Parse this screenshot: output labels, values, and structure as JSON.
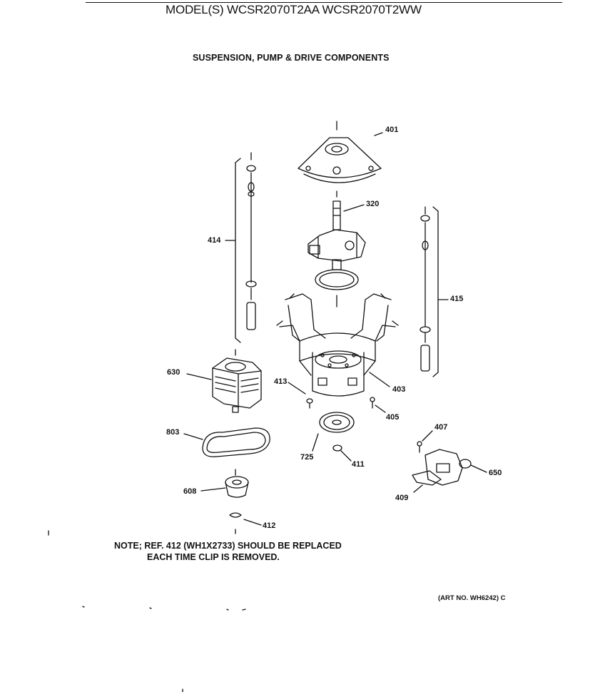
{
  "header": {
    "model_line": "MODEL(S) WCSR2070T2AA  WCSR2070T2WW",
    "section_title": "SUSPENSION, PUMP & DRIVE COMPONENTS"
  },
  "callouts": [
    {
      "id": "c401",
      "label": "401"
    },
    {
      "id": "c320",
      "label": "320"
    },
    {
      "id": "c414",
      "label": "414"
    },
    {
      "id": "c415",
      "label": "415"
    },
    {
      "id": "c630",
      "label": "630"
    },
    {
      "id": "c413",
      "label": "413"
    },
    {
      "id": "c403",
      "label": "403"
    },
    {
      "id": "c405",
      "label": "405"
    },
    {
      "id": "c803",
      "label": "803"
    },
    {
      "id": "c407",
      "label": "407"
    },
    {
      "id": "c725",
      "label": "725"
    },
    {
      "id": "c411",
      "label": "411"
    },
    {
      "id": "c650",
      "label": "650"
    },
    {
      "id": "c608",
      "label": "608"
    },
    {
      "id": "c409",
      "label": "409"
    },
    {
      "id": "c412",
      "label": "412"
    }
  ],
  "note": {
    "line1": "NOTE; REF. 412 (WH1X2733) SHOULD BE REPLACED",
    "line2": "EACH TIME CLIP IS REMOVED."
  },
  "art_number": "(ART NO. WH6242) C"
}
